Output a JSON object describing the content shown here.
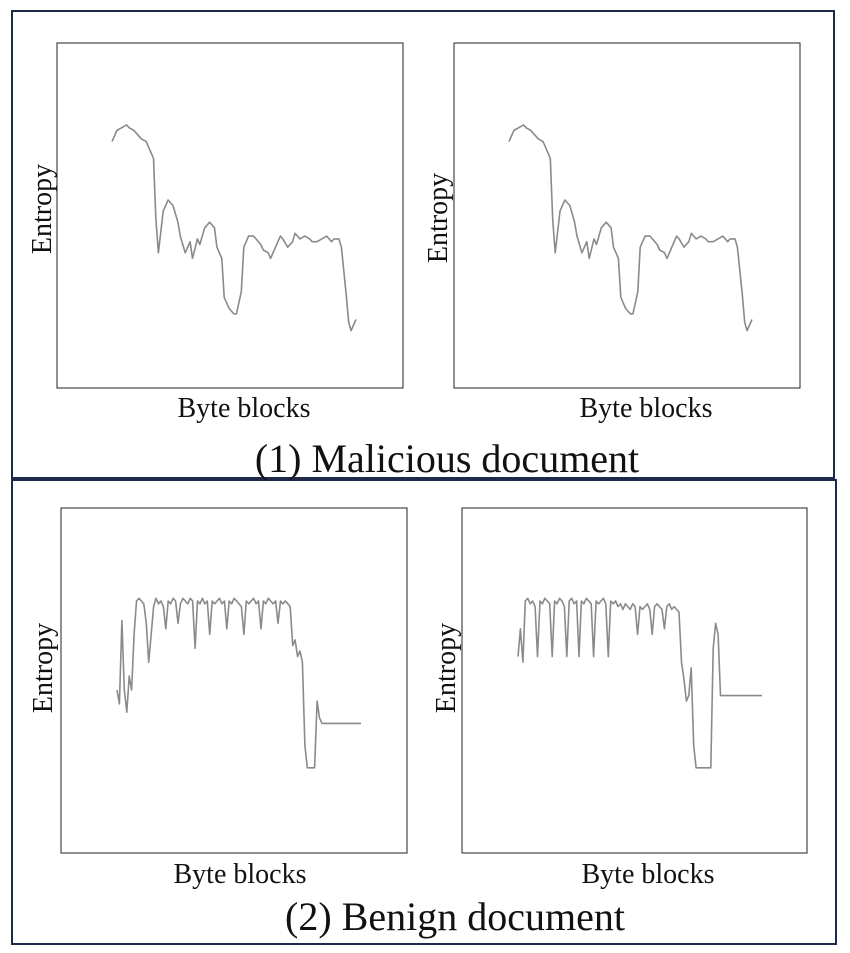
{
  "groups": [
    {
      "caption": "(1) Malicious document"
    },
    {
      "caption": "(2) Benign document"
    }
  ],
  "chart_data": [
    {
      "type": "line",
      "group": 0,
      "xlabel": "Byte blocks",
      "ylabel": "Entropy",
      "xlim": [
        0,
        100
      ],
      "ylim": [
        0,
        1
      ],
      "grid": false,
      "series": [
        {
          "x": [
            0,
            2,
            4,
            6,
            7,
            9,
            10,
            12,
            14,
            15,
            17,
            18,
            19,
            21,
            23,
            25,
            27,
            28,
            30,
            32,
            33,
            35,
            36,
            38,
            40,
            42,
            43,
            45,
            46,
            48,
            50,
            51,
            53,
            54,
            56,
            58,
            59,
            61,
            62,
            64,
            65,
            67,
            69,
            70,
            72,
            74,
            75,
            77,
            79,
            81,
            82,
            84,
            86,
            88,
            90,
            91,
            93,
            94,
            96,
            97,
            98,
            100
          ],
          "y": [
            0.8,
            0.84,
            0.85,
            0.86,
            0.85,
            0.84,
            0.83,
            0.81,
            0.8,
            0.78,
            0.74,
            0.52,
            0.4,
            0.55,
            0.59,
            0.57,
            0.51,
            0.46,
            0.4,
            0.44,
            0.38,
            0.45,
            0.43,
            0.49,
            0.51,
            0.49,
            0.42,
            0.38,
            0.24,
            0.2,
            0.18,
            0.18,
            0.26,
            0.42,
            0.46,
            0.46,
            0.45,
            0.43,
            0.41,
            0.4,
            0.38,
            0.42,
            0.46,
            0.45,
            0.42,
            0.44,
            0.47,
            0.45,
            0.46,
            0.45,
            0.44,
            0.44,
            0.45,
            0.46,
            0.44,
            0.45,
            0.45,
            0.42,
            0.25,
            0.15,
            0.12,
            0.16
          ]
        }
      ]
    },
    {
      "type": "line",
      "group": 0,
      "xlabel": "Byte blocks",
      "ylabel": "Entropy",
      "xlim": [
        0,
        100
      ],
      "ylim": [
        0,
        1
      ],
      "grid": false,
      "series": [
        {
          "x": [
            0,
            2,
            4,
            6,
            7,
            9,
            10,
            12,
            14,
            15,
            17,
            18,
            19,
            21,
            23,
            25,
            27,
            28,
            30,
            32,
            33,
            35,
            36,
            38,
            40,
            42,
            43,
            45,
            46,
            48,
            50,
            51,
            53,
            54,
            56,
            58,
            59,
            61,
            62,
            64,
            65,
            67,
            69,
            70,
            72,
            74,
            75,
            77,
            79,
            81,
            82,
            84,
            86,
            88,
            90,
            91,
            93,
            94,
            96,
            97,
            98,
            100
          ],
          "y": [
            0.8,
            0.84,
            0.85,
            0.86,
            0.85,
            0.84,
            0.83,
            0.81,
            0.8,
            0.78,
            0.74,
            0.52,
            0.4,
            0.55,
            0.59,
            0.57,
            0.51,
            0.46,
            0.4,
            0.44,
            0.38,
            0.45,
            0.43,
            0.49,
            0.51,
            0.49,
            0.42,
            0.38,
            0.24,
            0.2,
            0.18,
            0.18,
            0.26,
            0.42,
            0.46,
            0.46,
            0.45,
            0.43,
            0.41,
            0.4,
            0.38,
            0.42,
            0.46,
            0.45,
            0.42,
            0.44,
            0.47,
            0.45,
            0.46,
            0.45,
            0.44,
            0.44,
            0.45,
            0.46,
            0.44,
            0.45,
            0.45,
            0.42,
            0.25,
            0.15,
            0.12,
            0.16
          ]
        }
      ]
    },
    {
      "type": "line",
      "group": 1,
      "xlabel": "Byte blocks",
      "ylabel": "Entropy",
      "xlim": [
        0,
        100
      ],
      "ylim": [
        0,
        1
      ],
      "grid": false,
      "series": [
        {
          "x": [
            0,
            1,
            2,
            3,
            4,
            5,
            6,
            7,
            8,
            9,
            10,
            11,
            12,
            13,
            14,
            15,
            16,
            17,
            18,
            19,
            20,
            21,
            22,
            23,
            24,
            25,
            26,
            27,
            28,
            29,
            30,
            31,
            32,
            33,
            34,
            35,
            36,
            37,
            38,
            39,
            40,
            41,
            42,
            43,
            44,
            45,
            46,
            47,
            48,
            49,
            50,
            51,
            52,
            53,
            54,
            55,
            56,
            57,
            58,
            59,
            60,
            61,
            62,
            63,
            64,
            65,
            66,
            67,
            68,
            69,
            70,
            71,
            72,
            73,
            74,
            75,
            76,
            77,
            78,
            79,
            80,
            81,
            82,
            83,
            84,
            85,
            86,
            87,
            88,
            89,
            90,
            91,
            92,
            93,
            94,
            95,
            96,
            97,
            98,
            99,
            100
          ],
          "y": [
            0.5,
            0.45,
            0.75,
            0.5,
            0.42,
            0.55,
            0.5,
            0.7,
            0.82,
            0.83,
            0.82,
            0.81,
            0.74,
            0.6,
            0.7,
            0.8,
            0.83,
            0.81,
            0.82,
            0.8,
            0.72,
            0.82,
            0.81,
            0.83,
            0.82,
            0.74,
            0.81,
            0.83,
            0.82,
            0.81,
            0.83,
            0.82,
            0.65,
            0.82,
            0.81,
            0.83,
            0.81,
            0.82,
            0.7,
            0.82,
            0.81,
            0.82,
            0.83,
            0.81,
            0.82,
            0.72,
            0.82,
            0.81,
            0.83,
            0.82,
            0.81,
            0.8,
            0.7,
            0.82,
            0.81,
            0.82,
            0.83,
            0.81,
            0.82,
            0.72,
            0.82,
            0.81,
            0.83,
            0.82,
            0.81,
            0.82,
            0.74,
            0.82,
            0.81,
            0.82,
            0.81,
            0.8,
            0.66,
            0.68,
            0.62,
            0.64,
            0.6,
            0.3,
            0.22,
            0.22,
            0.22,
            0.22,
            0.46,
            0.4,
            0.38,
            0.38,
            0.38,
            0.38,
            0.38,
            0.38,
            0.38,
            0.38,
            0.38,
            0.38,
            0.38,
            0.38,
            0.38,
            0.38,
            0.38,
            0.38,
            0.38
          ]
        }
      ]
    },
    {
      "type": "line",
      "group": 1,
      "xlabel": "Byte blocks",
      "ylabel": "Entropy",
      "xlim": [
        0,
        100
      ],
      "ylim": [
        0,
        1
      ],
      "grid": false,
      "series": [
        {
          "x": [
            0,
            1,
            2,
            3,
            4,
            5,
            6,
            7,
            8,
            9,
            10,
            11,
            12,
            13,
            14,
            15,
            16,
            17,
            18,
            19,
            20,
            21,
            22,
            23,
            24,
            25,
            26,
            27,
            28,
            29,
            30,
            31,
            32,
            33,
            34,
            35,
            36,
            37,
            38,
            39,
            40,
            41,
            42,
            43,
            44,
            45,
            46,
            47,
            48,
            49,
            50,
            51,
            52,
            53,
            54,
            55,
            56,
            57,
            58,
            59,
            60,
            61,
            62,
            63,
            64,
            65,
            66,
            67,
            68,
            69,
            70,
            71,
            72,
            73,
            74,
            75,
            76,
            77,
            78,
            79,
            80,
            81,
            82,
            83,
            84,
            85,
            86,
            87,
            88,
            89,
            90,
            91,
            92,
            93,
            94,
            95,
            96,
            97,
            98,
            99,
            100
          ],
          "y": [
            0.62,
            0.72,
            0.6,
            0.82,
            0.83,
            0.81,
            0.82,
            0.8,
            0.62,
            0.82,
            0.81,
            0.83,
            0.82,
            0.81,
            0.62,
            0.82,
            0.81,
            0.83,
            0.82,
            0.8,
            0.62,
            0.82,
            0.83,
            0.81,
            0.82,
            0.62,
            0.82,
            0.81,
            0.83,
            0.82,
            0.81,
            0.62,
            0.82,
            0.81,
            0.82,
            0.83,
            0.81,
            0.62,
            0.82,
            0.81,
            0.82,
            0.8,
            0.81,
            0.79,
            0.81,
            0.8,
            0.79,
            0.81,
            0.8,
            0.7,
            0.8,
            0.79,
            0.8,
            0.81,
            0.79,
            0.7,
            0.8,
            0.81,
            0.8,
            0.79,
            0.72,
            0.8,
            0.81,
            0.79,
            0.8,
            0.79,
            0.78,
            0.6,
            0.54,
            0.46,
            0.48,
            0.58,
            0.3,
            0.22,
            0.22,
            0.22,
            0.22,
            0.22,
            0.22,
            0.22,
            0.65,
            0.74,
            0.7,
            0.48,
            0.48,
            0.48,
            0.48,
            0.48,
            0.48,
            0.48,
            0.48,
            0.48,
            0.48,
            0.48,
            0.48,
            0.48,
            0.48,
            0.48,
            0.48,
            0.48,
            0.48
          ]
        }
      ]
    }
  ]
}
